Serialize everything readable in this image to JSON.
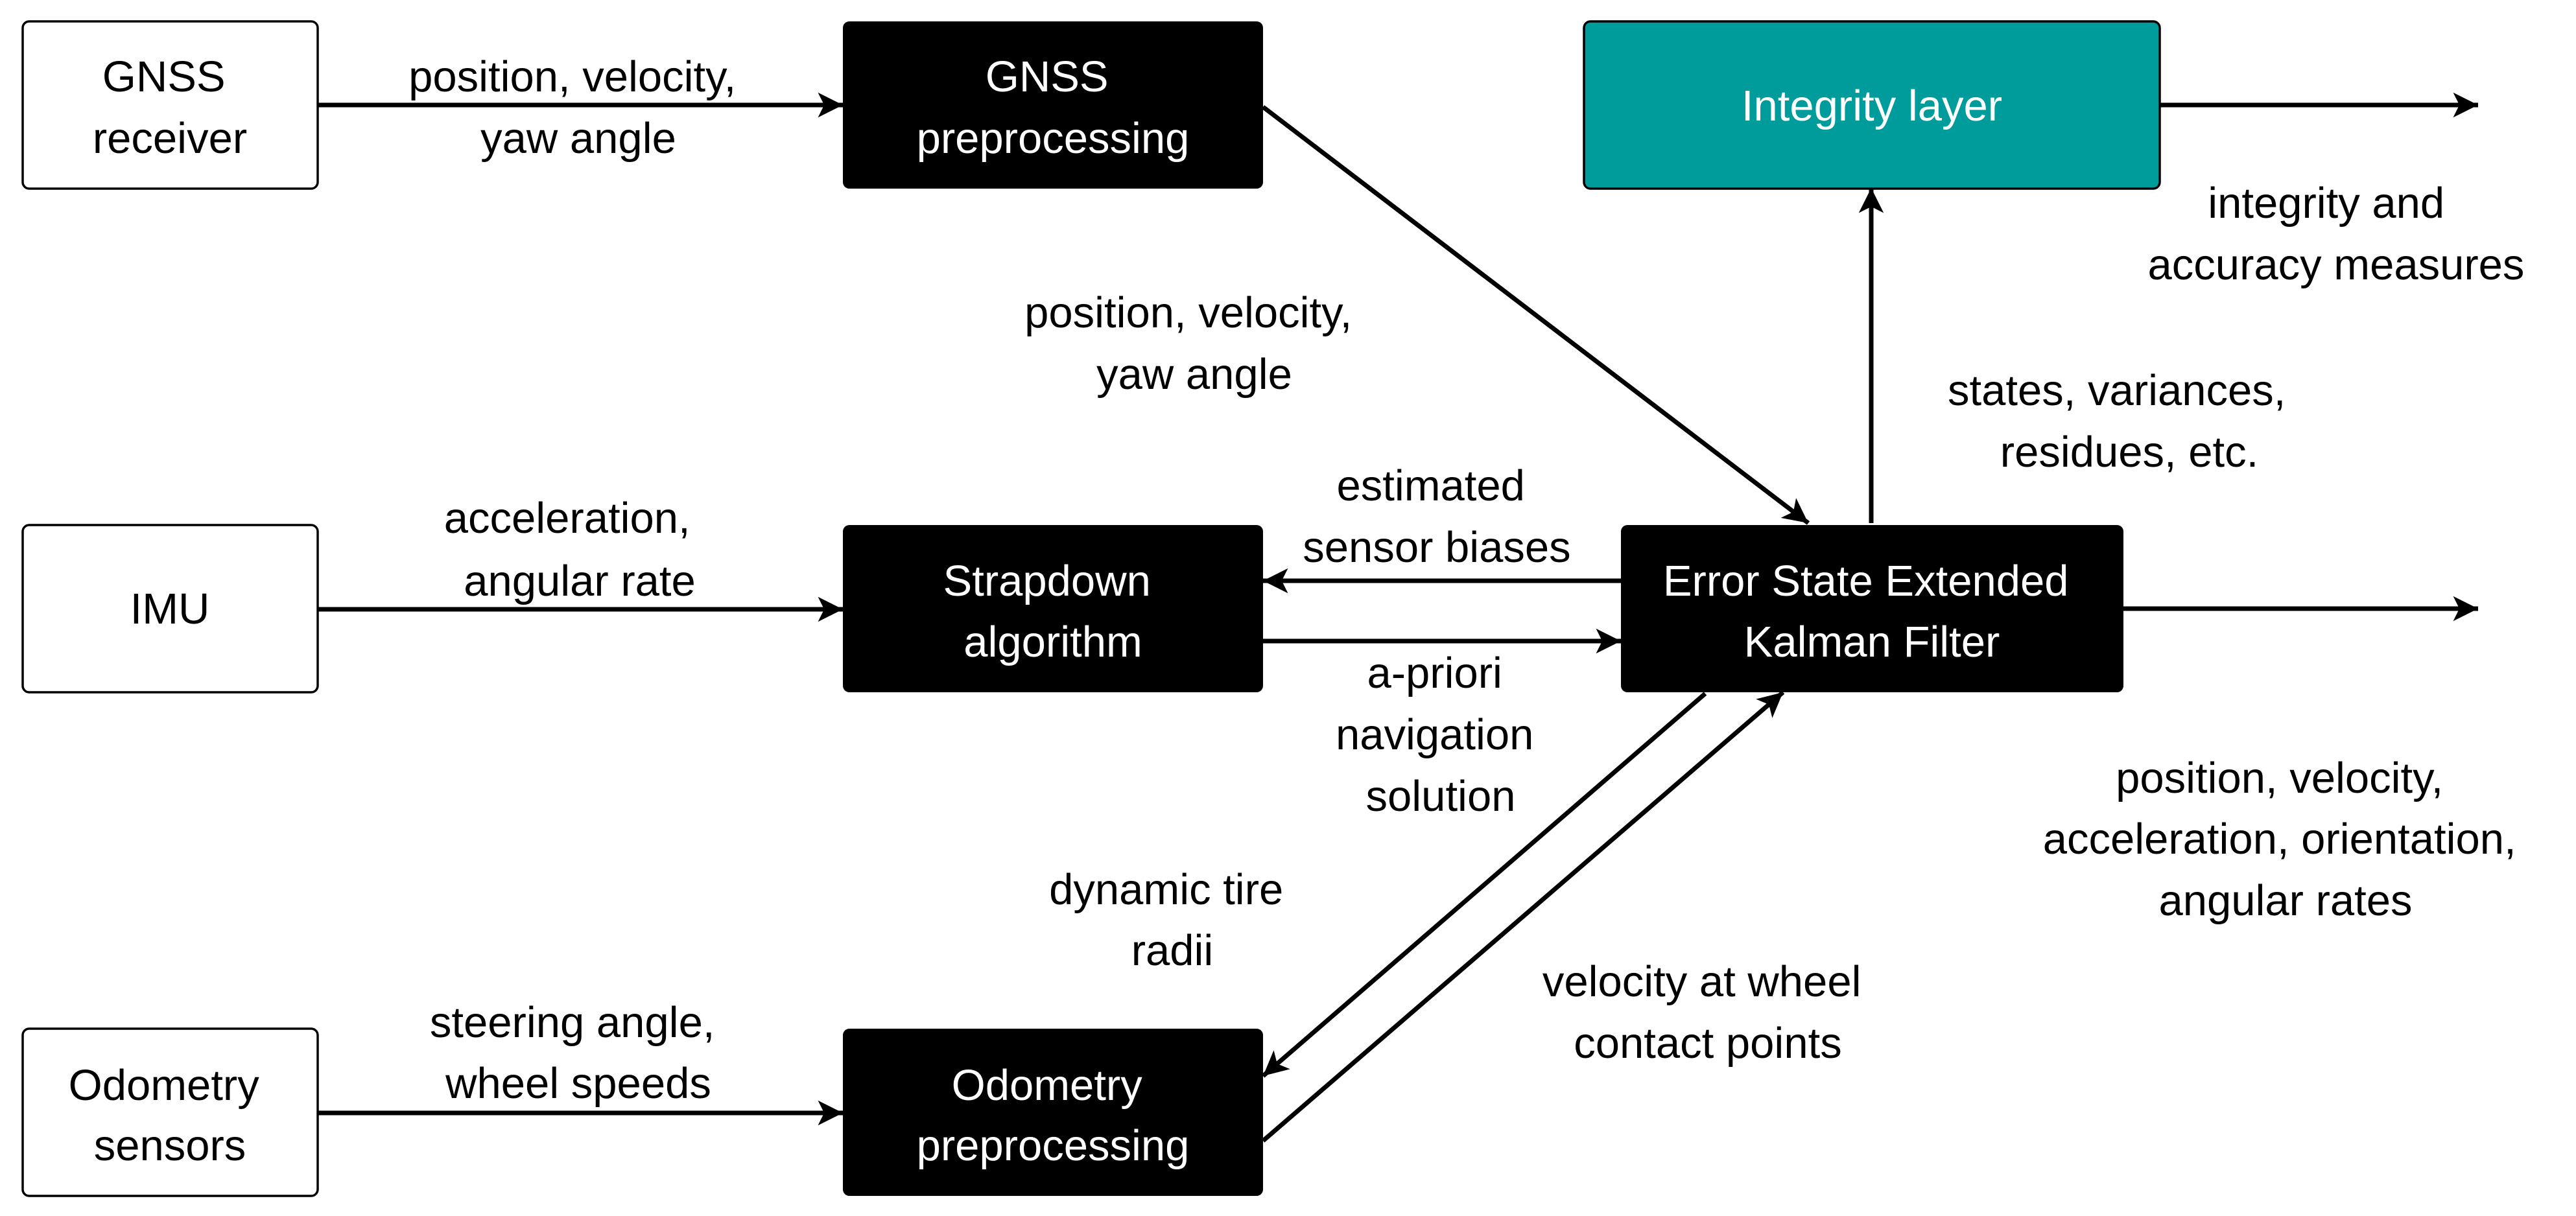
{
  "blocks": {
    "gnss_receiver": [
      "GNSS",
      "receiver"
    ],
    "imu": [
      "IMU"
    ],
    "odometry_sensors": [
      "Odometry",
      "sensors"
    ],
    "gnss_preprocessing": [
      "GNSS",
      "preprocessing"
    ],
    "strapdown": [
      "Strapdown",
      "algorithm"
    ],
    "odometry_preprocessing": [
      "Odometry",
      "preprocessing"
    ],
    "esekf": [
      "Error State Extended",
      "Kalman Filter"
    ],
    "integrity_layer": [
      "Integrity layer"
    ]
  },
  "edge_labels": {
    "gnss_raw": [
      "position, velocity,",
      "yaw angle"
    ],
    "imu_raw": [
      "acceleration,",
      "angular rate"
    ],
    "odo_raw": [
      "steering angle,",
      "wheel speeds"
    ],
    "gnss_to_filter": [
      "position, velocity,",
      "yaw angle"
    ],
    "biases": [
      "estimated",
      "sensor biases"
    ],
    "apriori": [
      "a-priori",
      "navigation",
      "solution"
    ],
    "tire_radii": [
      "dynamic tire",
      "radii"
    ],
    "wheel_velocity": [
      "velocity at wheel",
      "contact points"
    ],
    "filter_to_integrity": [
      "states, variances,",
      "residues, etc."
    ],
    "integrity_out": [
      "integrity and",
      "accuracy measures"
    ],
    "filter_out": [
      "position, velocity,",
      "acceleration, orientation,",
      "angular rates"
    ]
  },
  "colors": {
    "input_fill": "#ffffff",
    "process_fill": "#000000",
    "integrity_fill": "#009b9b",
    "integrity_text": "#ffffff",
    "line": "#000000"
  }
}
